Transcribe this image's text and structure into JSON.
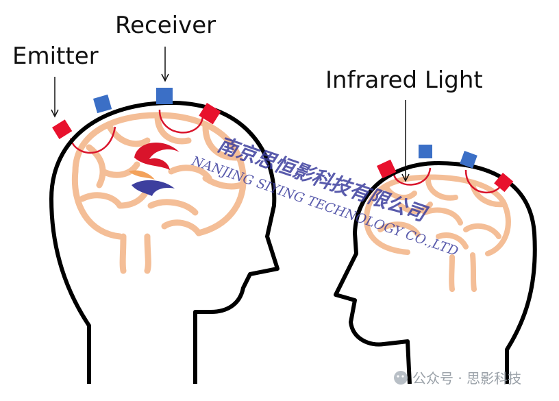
{
  "labels": {
    "emitter": "Emitter",
    "receiver": "Receiver",
    "infrared_light": "Infrared Light"
  },
  "watermark": {
    "chinese": "南京思恒影科技有限公司",
    "english": "NANJING SIYING TECHNOLOGY CO.,LTD"
  },
  "footer": {
    "text": "公众号 · 思影科技"
  },
  "colors": {
    "emitter": "#e8112d",
    "receiver": "#3b6fc6",
    "brain": "#f4be97",
    "head_outline": "#000000",
    "light_path": "#d9142b",
    "watermark": "#3d3f9e"
  }
}
